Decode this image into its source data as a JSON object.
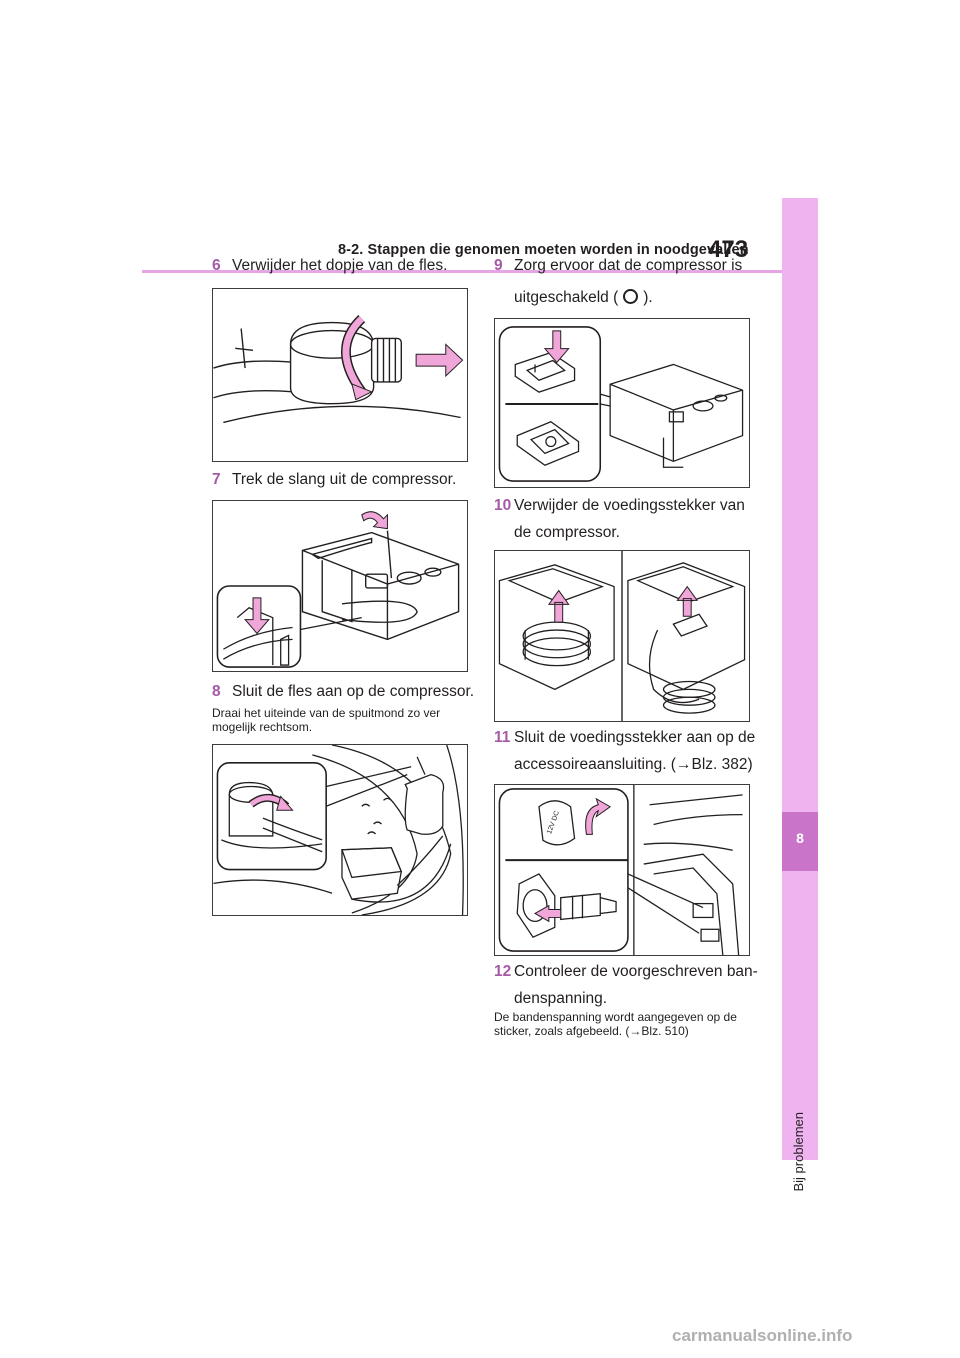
{
  "header": {
    "section_title": "8-2. Stappen die genomen moeten worden in noodgevallen",
    "page_number": "473"
  },
  "side_tab": {
    "chapter_number": "8",
    "chapter_label": "Bij problemen"
  },
  "steps": {
    "s6": {
      "num": "6",
      "text": "Verwijder het dopje van de fles."
    },
    "s7": {
      "num": "7",
      "text": "Trek de slang uit de compressor."
    },
    "s8": {
      "num": "8",
      "text": "Sluit de fles aan op de compressor.",
      "note": "Draai het uiteinde van de spuitmond zo ver mogelijk rechtsom."
    },
    "s9": {
      "num": "9",
      "text_line1": "Zorg ervoor dat de compressor is",
      "text_line2_a": "uitgeschakeld (",
      "text_line2_b": ")."
    },
    "s10": {
      "num": "10",
      "text_line1": "Verwijder de voedingsstekker van",
      "text_line2": "de compressor."
    },
    "s11": {
      "num": "11",
      "text_line1": "Sluit de voedingsstekker aan op de",
      "text_line2_a": "accessoireaansluiting. (",
      "text_line2_b": "Blz. 382)"
    },
    "s12": {
      "num": "12",
      "text_line1": "Controleer de voorgeschreven ban-",
      "text_line2": "denspanning.",
      "note": "De bandenspanning wordt aangegeven op de sticker, zoals afgebeeld. (",
      "note_ref": "Blz. 510)"
    }
  },
  "figures": {
    "socket_label": "12V DC"
  },
  "symbols": {
    "arrow": "→"
  },
  "colors": {
    "accent_pink": "#efb3ef",
    "chapter_box": "#c973c9",
    "step_number": "#a65aa6",
    "arrow_fill": "#f0a6d8"
  },
  "watermark": "carmanualsonline.info"
}
